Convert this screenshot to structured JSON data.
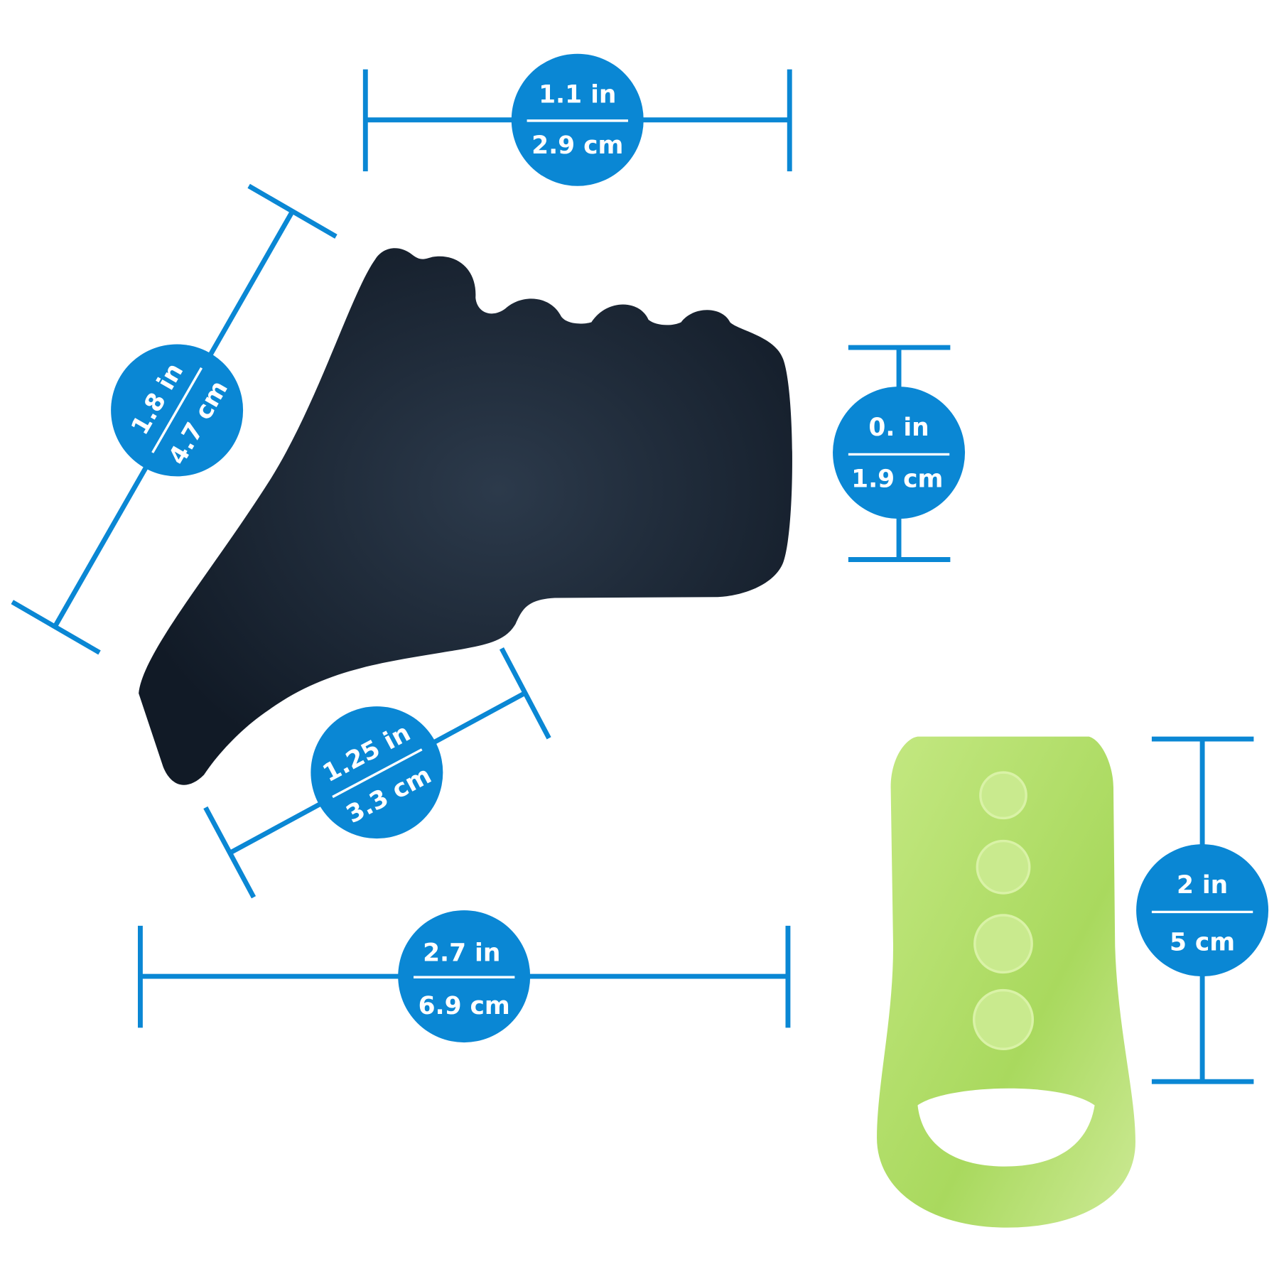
{
  "colors": {
    "accent": "#0a87d4",
    "dark_product": "#1c2533",
    "green_product": "#b5e06a"
  },
  "dimensions": {
    "top_width": {
      "in": "1.1 in",
      "cm": "2.9 cm"
    },
    "right_height": {
      "in": "0. in",
      "cm": "1.9 cm"
    },
    "diagonal_length": {
      "in": "1.8 in",
      "cm": "4.7 cm"
    },
    "base_width": {
      "in": "1.25 in",
      "cm": "3.3 cm"
    },
    "total_length": {
      "in": "2.7 in",
      "cm": "6.9 cm"
    },
    "ring_height": {
      "in": "2 in",
      "cm": "5 cm"
    }
  }
}
